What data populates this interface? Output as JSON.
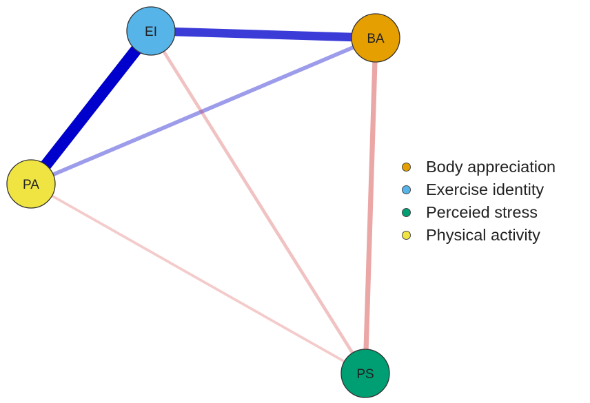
{
  "nodes": [
    {
      "id": "EI",
      "label": "EI",
      "fill": "#56b4e9"
    },
    {
      "id": "BA",
      "label": "BA",
      "fill": "#e69f00"
    },
    {
      "id": "PA",
      "label": "PA",
      "fill": "#f0e442"
    },
    {
      "id": "PS",
      "label": "PS",
      "fill": "#009e73"
    }
  ],
  "edges": [
    {
      "from": "EI",
      "to": "PA",
      "sign": "positive",
      "strength": 1.0
    },
    {
      "from": "EI",
      "to": "BA",
      "sign": "positive",
      "strength": 0.7
    },
    {
      "from": "PA",
      "to": "BA",
      "sign": "positive",
      "strength": 0.25
    },
    {
      "from": "BA",
      "to": "PS",
      "sign": "negative",
      "strength": 0.35
    },
    {
      "from": "EI",
      "to": "PS",
      "sign": "negative",
      "strength": 0.18
    },
    {
      "from": "PA",
      "to": "PS",
      "sign": "negative",
      "strength": 0.12
    }
  ],
  "colors": {
    "positive_edge": "#0000cc",
    "negative_edge": "#d64545",
    "node_stroke": "#333333"
  },
  "legend": [
    {
      "label": "Body appreciation",
      "color": "#e69f00"
    },
    {
      "label": "Exercise identity",
      "color": "#56b4e9"
    },
    {
      "label": "Perceied stress",
      "color": "#009e73"
    },
    {
      "label": "Physical activity",
      "color": "#f0e442"
    }
  ]
}
